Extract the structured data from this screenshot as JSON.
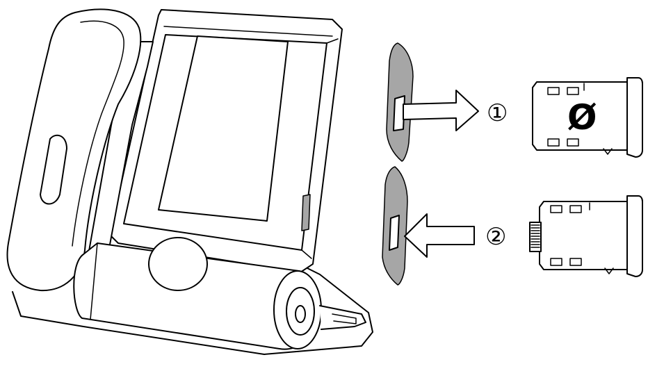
{
  "steps": [
    {
      "label": "①",
      "direction": "remove"
    },
    {
      "label": "②",
      "direction": "insert"
    }
  ],
  "empty_tray_symbol": "Ø",
  "icons": {
    "phone": "desk-phone-illustration",
    "remove_arrow": "arrow-right-icon",
    "insert_arrow": "arrow-left-icon",
    "empty_tray": "empty-sim-tray-icon",
    "filled_tray": "sim-tray-with-card-icon"
  },
  "colors": {
    "line": "#000000",
    "side_panel": "#a6a6a6",
    "background": "#ffffff"
  }
}
